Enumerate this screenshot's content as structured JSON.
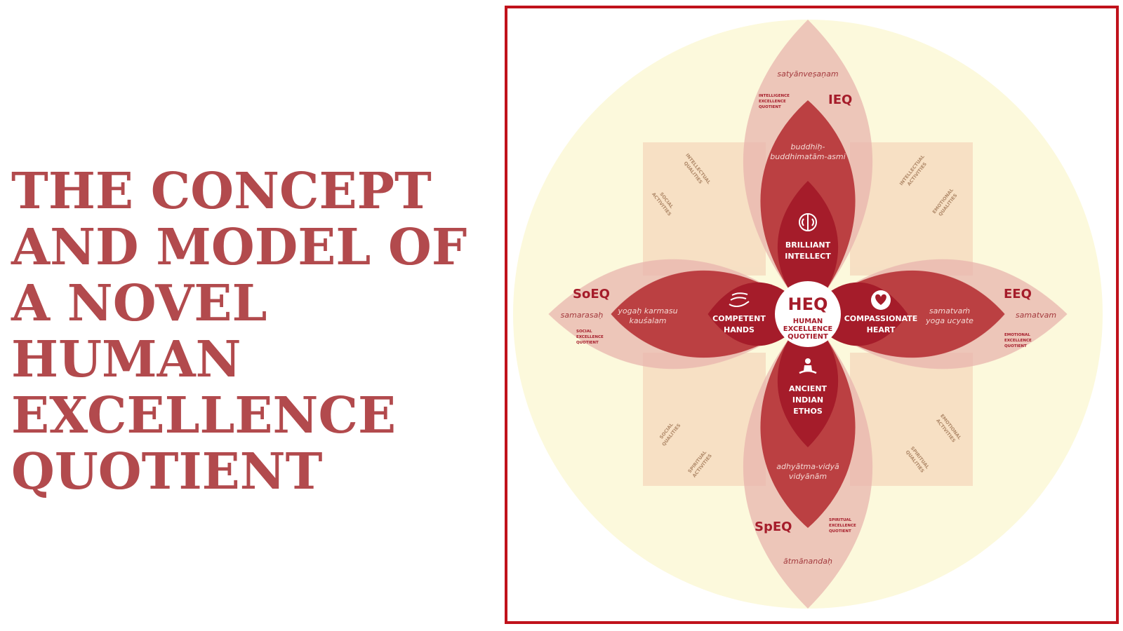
{
  "title": {
    "lines": [
      "THE CONCEPT",
      "AND MODEL OF",
      "A NOVEL",
      "HUMAN",
      "EXCELLENCE",
      "QUOTIENT"
    ]
  },
  "diagram": {
    "colors": {
      "background_circle": "#fcf9dc",
      "outer_petal": "#e9b5ae",
      "mid_petal": "#b73438",
      "inner_petal": "#a51c2a",
      "diagonal_petal": "#f6dcc0",
      "label": "#a51c2a",
      "diagonal_text": "#b08a6a",
      "frame": "#c0121b"
    },
    "center": {
      "acronym": "HEQ",
      "line1": "HUMAN",
      "line2": "EXCELLENCE",
      "line3": "QUOTIENT"
    },
    "top": {
      "acronym": "IEQ",
      "sanskrit_outer": "satyānveṣaṇam",
      "desc1": "INTELLIGENCE",
      "desc2": "EXCELLENCE",
      "desc3": "QUOTIENT",
      "sanskrit_mid1": "buddhiḥ-",
      "sanskrit_mid2": "buddhimatām-asmi",
      "core1": "BRILLIANT",
      "core2": "INTELLECT",
      "icon": "brain-icon"
    },
    "right": {
      "acronym": "EEQ",
      "sanskrit_outer": "samatvam",
      "desc1": "EMOTIONAL",
      "desc2": "EXCELLENCE",
      "desc3": "QUOTIENT",
      "sanskrit_mid1": "samatvaṁ",
      "sanskrit_mid2": "yoga ucyate",
      "core1": "COMPASSIONATE",
      "core2": "HEART",
      "icon": "heart-icon"
    },
    "bottom": {
      "acronym": "SpEQ",
      "sanskrit_outer": "ātmānandaḥ",
      "desc1": "SPIRITUAL",
      "desc2": "EXCELLENCE",
      "desc3": "QUOTIENT",
      "sanskrit_mid1": "adhyātma-vidyā",
      "sanskrit_mid2": "vidyānām",
      "core1": "ANCIENT",
      "core2": "INDIAN",
      "core3": "ETHOS",
      "icon": "meditation-icon"
    },
    "left": {
      "acronym": "SoEQ",
      "sanskrit_outer": "samarasaḥ",
      "desc1": "SOCIAL",
      "desc2": "EXCELLENCE",
      "desc3": "QUOTIENT",
      "sanskrit_mid1": "yogaḥ karmasu",
      "sanskrit_mid2": "kauśalam",
      "core1": "COMPETENT",
      "core2": "HANDS",
      "icon": "hands-icon"
    },
    "diagonals": {
      "tl_a1": "INTELLECTUAL",
      "tl_a2": "QUALITIES",
      "tl_b1": "SOCIAL",
      "tl_b2": "ACTIVITIES",
      "tr_a1": "INTELLECTUAL",
      "tr_a2": "ACTIVITIES",
      "tr_b1": "EMOTIONAL",
      "tr_b2": "QUALITIES",
      "bl_a1": "SOCIAL",
      "bl_a2": "QUALITIES",
      "bl_b1": "SPIRITUAL",
      "bl_b2": "ACTIVITIES",
      "br_a1": "EMOTIONAL",
      "br_a2": "ACTIVITIES",
      "br_b1": "SPIRITUAL",
      "br_b2": "QUALITIES"
    }
  }
}
